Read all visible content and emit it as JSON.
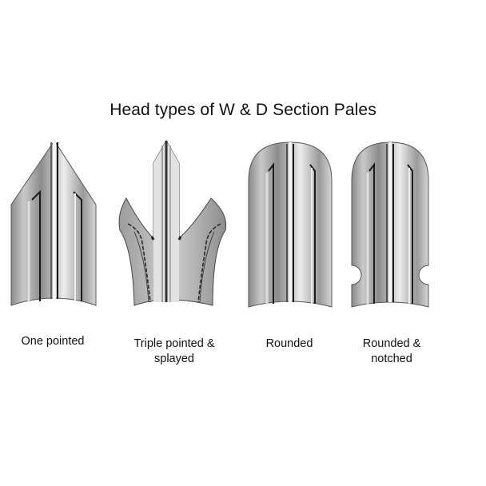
{
  "title": "Head types of  W & D Section Pales",
  "pales": [
    {
      "id": "one-pointed",
      "label_line1": "One pointed",
      "label_line2": ""
    },
    {
      "id": "triple-pointed-splayed",
      "label_line1": "Triple pointed &",
      "label_line2": "splayed"
    },
    {
      "id": "rounded",
      "label_line1": "Rounded",
      "label_line2": ""
    },
    {
      "id": "rounded-notched",
      "label_line1": "Rounded &",
      "label_line2": "notched"
    }
  ],
  "colors": {
    "metal_dark": "#6e6e6e",
    "metal_mid": "#a9a9a9",
    "metal_light": "#e6e6e6",
    "groove": "#1a1a1a"
  }
}
